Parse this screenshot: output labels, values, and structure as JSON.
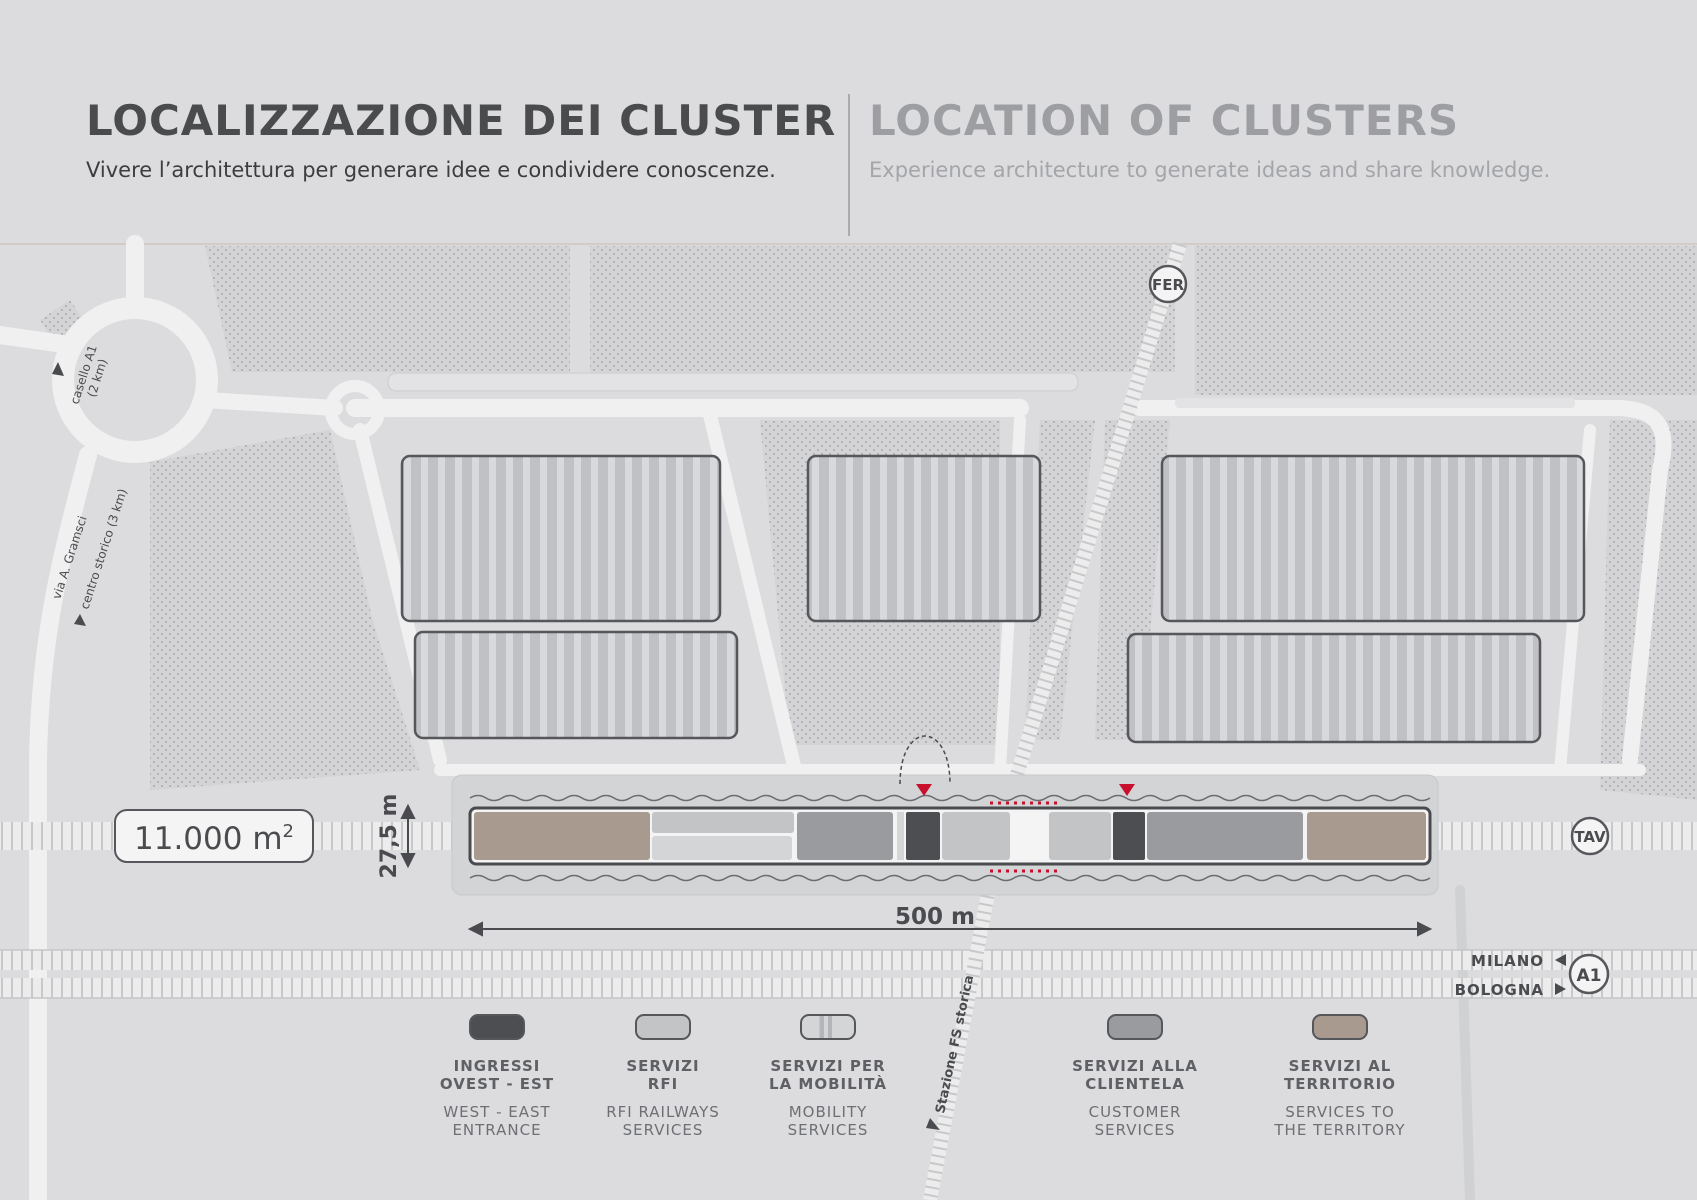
{
  "header": {
    "title_it": "LOCALIZZAZIONE DEI CLUSTER",
    "subtitle_it": "Vivere l’architettura per generare idee e condividere conoscenze.",
    "title_en": "LOCATION OF CLUSTERS",
    "subtitle_en": "Experience architecture to generate ideas and share knowledge."
  },
  "map": {
    "area_label": "11.000 m",
    "area_sup": "2",
    "width_label": "27,5 m",
    "length_label": "500 m",
    "badges": {
      "fer": "FER",
      "tav": "TAV",
      "a1": "A1"
    },
    "directions": {
      "milano": "MILANO",
      "bologna": "BOLOGNA"
    },
    "roads": {
      "casello_1": "casello A1",
      "casello_2": "(2 km)",
      "via_gramsci": "via A. Gramsci",
      "centro_storico": "centro storico (3 km)",
      "stazione": "Stazione FS storica"
    }
  },
  "colors": {
    "entrance": "#4d4e51",
    "rfi": "#c3c4c6",
    "mobility": "#d4d5d7",
    "customer": "#9a9b9e",
    "territory": "#a99a90",
    "entrance_marker": "#c8102e"
  },
  "legend": [
    {
      "label_it": "INGRESSI\nOVEST - EST",
      "label_en": "WEST - EAST\nENTRANCE",
      "color": "#4d4e51"
    },
    {
      "label_it": "SERVIZI\nRFI",
      "label_en": "RFI RAILWAYS\nSERVICES",
      "color": "#c3c4c6"
    },
    {
      "label_it": "SERVIZI PER\nLA MOBILITÀ",
      "label_en": "MOBILITY\nSERVICES",
      "color": "#d4d5d7"
    },
    {
      "label_it": "SERVIZI ALLA\nCLIENTELA",
      "label_en": "CUSTOMER\nSERVICES",
      "color": "#9a9b9e"
    },
    {
      "label_it": "SERVIZI AL\nTERRITORIO",
      "label_en": "SERVICES TO\nTHE TERRITORY",
      "color": "#a99a90"
    }
  ]
}
